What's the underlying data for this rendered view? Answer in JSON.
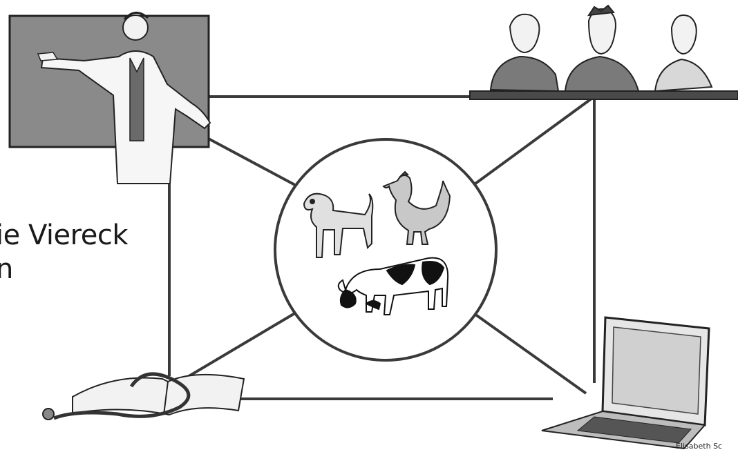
{
  "caption": {
    "line1": "ie Viereck",
    "line2": "n"
  },
  "credit": "Elisabeth Sc",
  "nodes": {
    "center": "animals-circle",
    "top_left": "teacher-at-board-icon",
    "top_right": "students-at-desk-icon",
    "bottom_left": "book-with-stethoscope-icon",
    "bottom_right": "laptop-icon"
  },
  "colors": {
    "line": "#3a3a3a",
    "board": "#8a8a8a",
    "desk": "#4a4a4a"
  }
}
